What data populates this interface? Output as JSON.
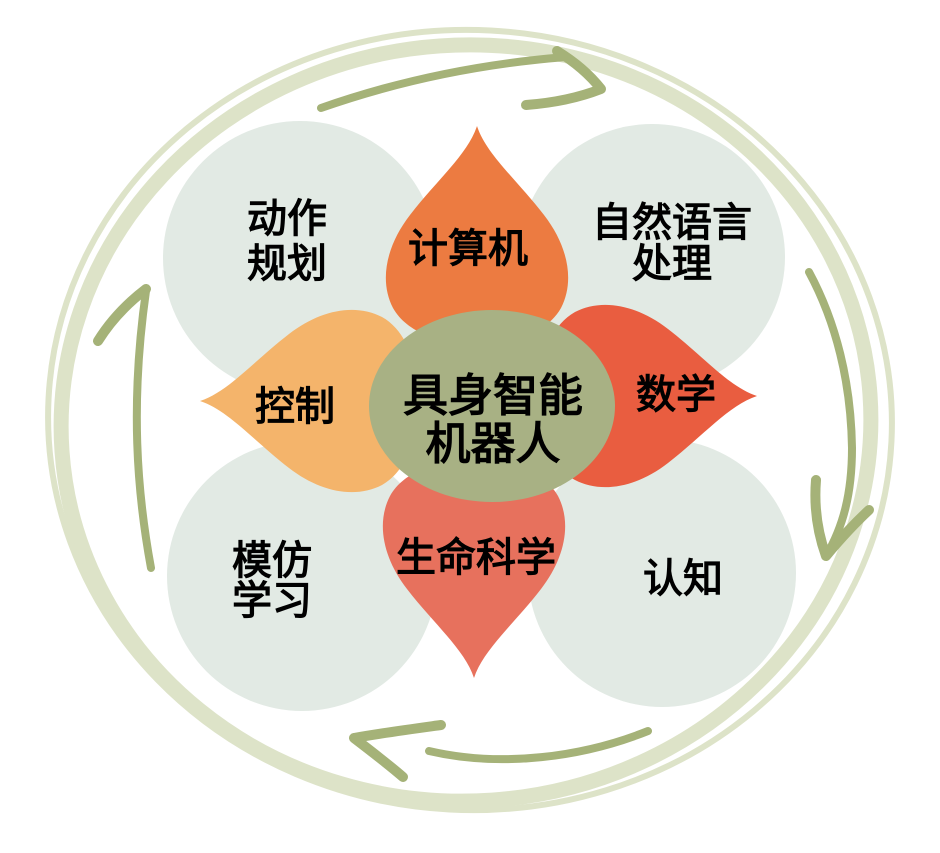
{
  "diagram": {
    "center": {
      "lines": [
        "具身智能",
        "机器人"
      ],
      "color": "#a8b184"
    },
    "petals": [
      {
        "id": "computer",
        "label": "计算机",
        "position": "top",
        "color": "#ec7b41"
      },
      {
        "id": "math",
        "label": "数学",
        "position": "right",
        "color": "#e95d40"
      },
      {
        "id": "life-science",
        "label": "生命科学",
        "position": "bottom",
        "color": "#e7715d"
      },
      {
        "id": "control",
        "label": "控制",
        "position": "left",
        "color": "#f4b46b"
      }
    ],
    "satellites": [
      {
        "id": "motion-planning",
        "lines": [
          "动作",
          "规划"
        ],
        "position": "top-left"
      },
      {
        "id": "nlp",
        "lines": [
          "自然语言",
          "处理"
        ],
        "position": "top-right"
      },
      {
        "id": "imitation-learning",
        "lines": [
          "模仿",
          "学习"
        ],
        "position": "bottom-left"
      },
      {
        "id": "cognition",
        "lines": [
          "认知"
        ],
        "position": "bottom-right"
      }
    ],
    "cycle_direction": "clockwise"
  },
  "colors": {
    "background": "#ffffff",
    "satellite_circle": "#e2eae4",
    "ring_light": "#dde3c8",
    "arrow_olive": "#a5b278",
    "label_text": "#000000"
  }
}
